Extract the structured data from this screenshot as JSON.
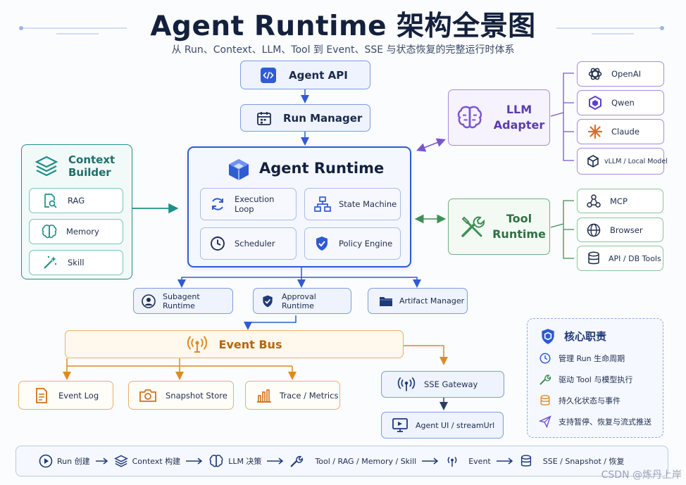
{
  "title": "Agent Runtime 架构全景图",
  "subtitle": "从 Run、Context、LLM、Tool 到 Event、SSE 与状态恢复的完整运行时体系",
  "top": {
    "agent_api": "Agent API",
    "run_manager": "Run Manager"
  },
  "runtime": {
    "title": "Agent Runtime",
    "modules": [
      "Execution Loop",
      "State Machine",
      "Scheduler",
      "Policy Engine"
    ]
  },
  "context_builder": {
    "title": "Context Builder",
    "items": [
      "RAG",
      "Memory",
      "Skill"
    ]
  },
  "llm_adapter": {
    "title": "LLM Adapter",
    "models": [
      "OpenAI",
      "Qwen",
      "Claude",
      "vLLM / Local Model"
    ]
  },
  "tool_runtime": {
    "title": "Tool Runtime",
    "tools": [
      "MCP",
      "Browser",
      "API / DB Tools"
    ]
  },
  "sub_runtimes": [
    "Subagent Runtime",
    "Approval Runtime",
    "Artifact Manager"
  ],
  "event_bus": {
    "title": "Event Bus",
    "outputs": [
      "Event Log",
      "Snapshot Store",
      "Trace / Metrics"
    ]
  },
  "sse": {
    "gateway": "SSE Gateway",
    "ui": "Agent UI / streamUrl"
  },
  "core": {
    "title": "核心职责",
    "items": [
      "管理 Run 生命周期",
      "驱动 Tool 与模型执行",
      "持久化状态与事件",
      "支持暂停、恢复与流式推送"
    ]
  },
  "flow": [
    "Run 创建",
    "Context 构建",
    "LLM 决策",
    "Tool / RAG / Memory / Skill",
    "Event",
    "SSE / Snapshot / 恢复"
  ],
  "watermark": "CSDN @炼丹上岸",
  "colors": {
    "blue": "#2f5bd3",
    "green": "#3f8f55",
    "purple": "#7a55d0",
    "orange": "#e08a1e",
    "teal": "#1f8f87"
  }
}
